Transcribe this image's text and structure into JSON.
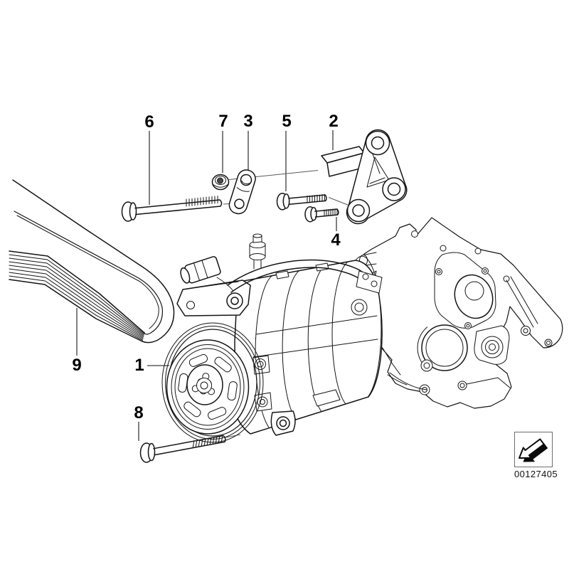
{
  "diagram": {
    "background_color": "#ffffff",
    "line_color": "#141414",
    "leader_line_color": "#3c3c3c"
  },
  "callouts": [
    {
      "label": "1"
    },
    {
      "label": "2"
    },
    {
      "label": "3"
    },
    {
      "label": "4"
    },
    {
      "label": "5"
    },
    {
      "label": "6"
    },
    {
      "label": "7"
    },
    {
      "label": "8"
    },
    {
      "label": "9"
    }
  ],
  "stamp": {
    "number": "00127405",
    "icon": "direction-arrow-icon"
  }
}
